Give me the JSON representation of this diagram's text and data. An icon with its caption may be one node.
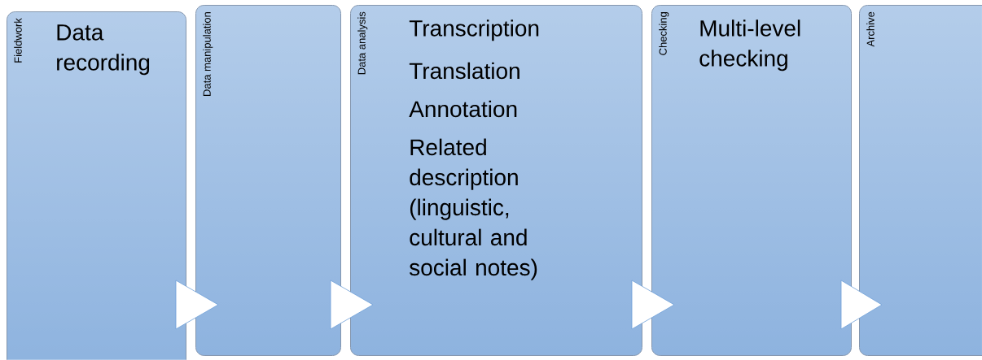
{
  "diagram": {
    "nodes": [
      {
        "text": [
          "Fieldwork",
          "Data recording"
        ]
      },
      {
        "text": [
          "Data manipulation"
        ]
      },
      {
        "text": [
          "Data analysis",
          "Transcription",
          "Translation",
          "Annotation",
          "Related description (linguistic, cultural and social notes)"
        ]
      },
      {
        "text": [
          "Checking",
          "Multi-level checking"
        ]
      },
      {
        "text": [
          "Archive"
        ]
      }
    ],
    "edges": [
      {
        "from": 0,
        "to": 1,
        "arrow": "to"
      },
      {
        "from": 1,
        "to": 2,
        "arrow": "to"
      },
      {
        "from": 2,
        "to": 3,
        "arrow": "to"
      },
      {
        "from": 3,
        "to": 4,
        "arrow": "to"
      }
    ]
  }
}
